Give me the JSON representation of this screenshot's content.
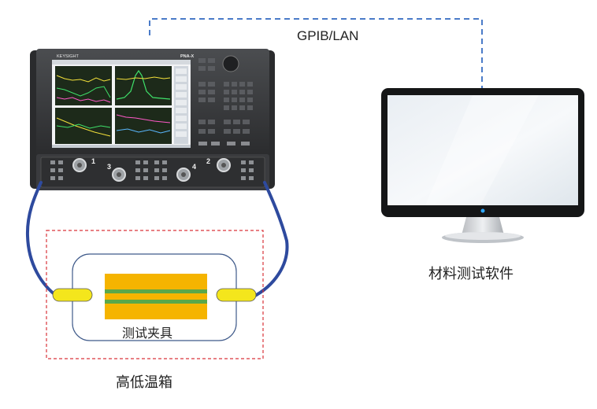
{
  "connection": {
    "label": "GPIB/LAN"
  },
  "instrument": {
    "brand": "KEYSIGHT",
    "model": "PNA-X",
    "ports": [
      "1",
      "2",
      "3",
      "4"
    ]
  },
  "computer": {
    "label": "材料测试软件"
  },
  "fixture": {
    "label": "测试夹具"
  },
  "chamber": {
    "label": "高低温箱"
  },
  "colors": {
    "cable": "#2e4a9e",
    "connection_line": "#4a7bc8",
    "chamber_border": "#d9343a",
    "sample_gold": "#f5b400",
    "sample_green": "#5aa84a",
    "connector_yellow": "#f4e61c",
    "fixture_border": "#3f5a8a"
  }
}
